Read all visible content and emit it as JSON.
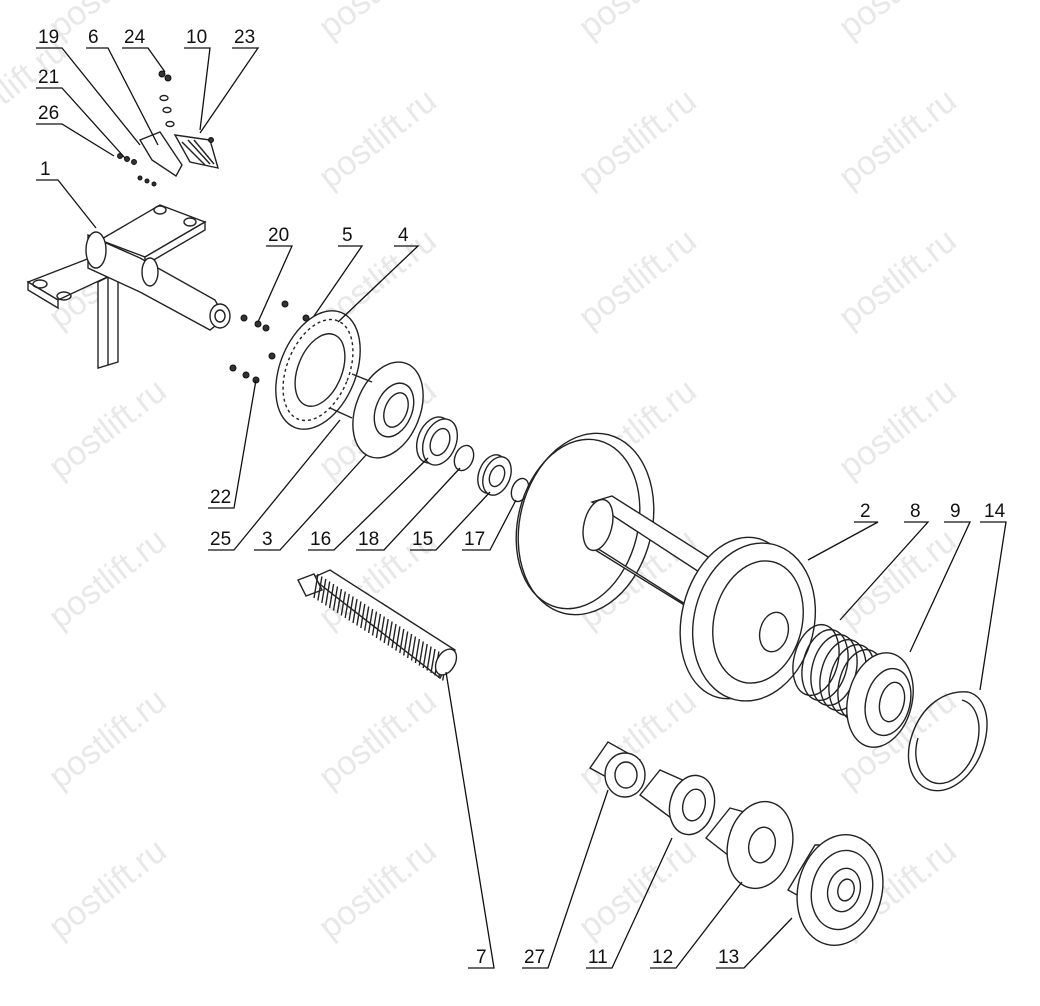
{
  "watermark": "postlift.ru",
  "callouts": [
    {
      "id": "c19",
      "label": "19"
    },
    {
      "id": "c6",
      "label": "6"
    },
    {
      "id": "c24",
      "label": "24"
    },
    {
      "id": "c10",
      "label": "10"
    },
    {
      "id": "c23",
      "label": "23"
    },
    {
      "id": "c21",
      "label": "21"
    },
    {
      "id": "c26",
      "label": "26"
    },
    {
      "id": "c1",
      "label": "1"
    },
    {
      "id": "c20",
      "label": "20"
    },
    {
      "id": "c5",
      "label": "5"
    },
    {
      "id": "c4",
      "label": "4"
    },
    {
      "id": "c22",
      "label": "22"
    },
    {
      "id": "c25",
      "label": "25"
    },
    {
      "id": "c3",
      "label": "3"
    },
    {
      "id": "c16",
      "label": "16"
    },
    {
      "id": "c18",
      "label": "18"
    },
    {
      "id": "c15",
      "label": "15"
    },
    {
      "id": "c17",
      "label": "17"
    },
    {
      "id": "c2",
      "label": "2"
    },
    {
      "id": "c8",
      "label": "8"
    },
    {
      "id": "c9",
      "label": "9"
    },
    {
      "id": "c14",
      "label": "14"
    },
    {
      "id": "c7",
      "label": "7"
    },
    {
      "id": "c27",
      "label": "27"
    },
    {
      "id": "c11",
      "label": "11"
    },
    {
      "id": "c12",
      "label": "12"
    },
    {
      "id": "c13",
      "label": "13"
    }
  ]
}
